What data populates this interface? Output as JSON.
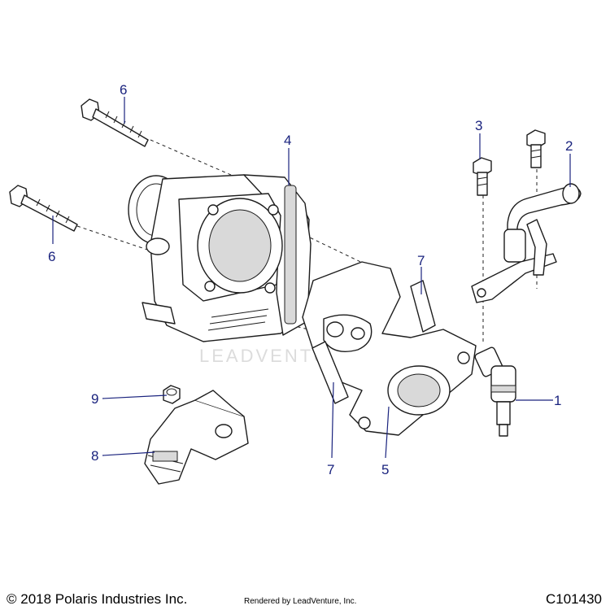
{
  "callouts": [
    {
      "id": "1",
      "label": "1"
    },
    {
      "id": "2",
      "label": "2"
    },
    {
      "id": "3",
      "label": "3"
    },
    {
      "id": "4",
      "label": "4"
    },
    {
      "id": "5",
      "label": "5"
    },
    {
      "id": "6a",
      "label": "6"
    },
    {
      "id": "6b",
      "label": "6"
    },
    {
      "id": "7a",
      "label": "7"
    },
    {
      "id": "7b",
      "label": "7"
    },
    {
      "id": "8",
      "label": "8"
    },
    {
      "id": "9",
      "label": "9"
    }
  ],
  "watermark": "LEADVENTURE",
  "footer": {
    "copyright": "© 2018 Polaris Industries Inc.",
    "rendered_by": "Rendered by LeadVenture, Inc.",
    "diagram_code": "C101430"
  },
  "colors": {
    "callout": "#1a237e",
    "line": "#1c1c1c"
  }
}
